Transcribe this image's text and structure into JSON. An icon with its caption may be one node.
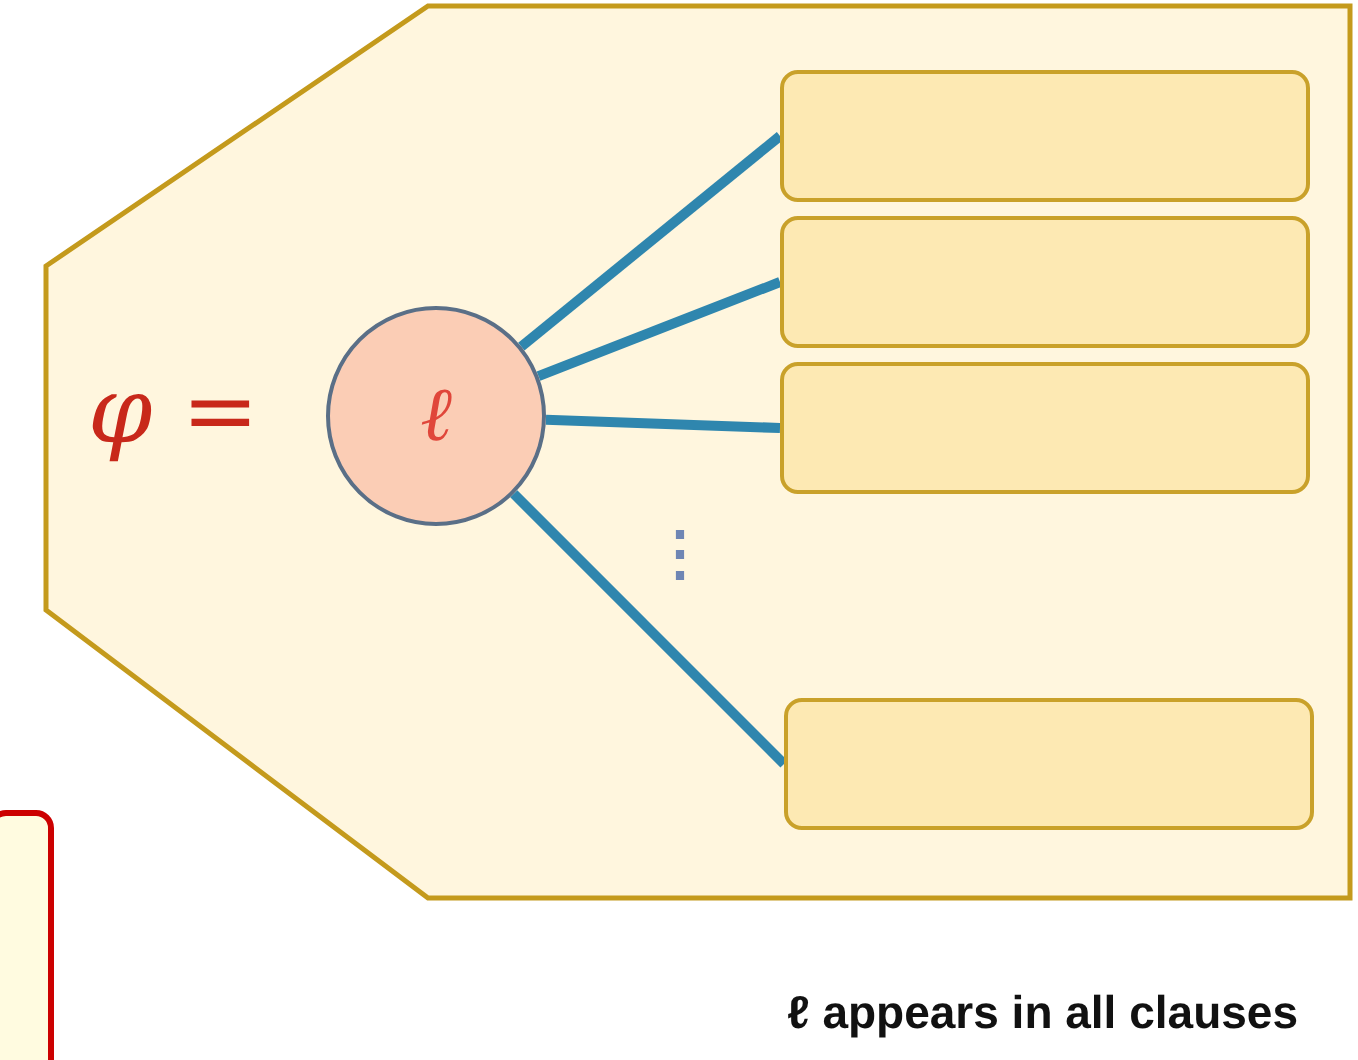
{
  "diagram": {
    "caption": "ℓ appears in all clauses",
    "nodes": [
      {
        "text": [
          "φ ="
        ]
      },
      {
        "text": [
          "ℓ"
        ],
        "in": 0
      },
      {
        "text": [],
        "shape": "box",
        "in": 0
      },
      {
        "text": [],
        "shape": "box",
        "in": 0
      },
      {
        "text": [],
        "shape": "box",
        "in": 0
      },
      {
        "text": [],
        "shape": "box",
        "in": 0
      },
      {
        "text": [],
        "shape": "box"
      }
    ],
    "edges": [
      {
        "from": 1,
        "to": 2,
        "arrow": "none"
      },
      {
        "from": 1,
        "to": 3,
        "arrow": "none"
      },
      {
        "from": 1,
        "to": 4,
        "arrow": "none"
      },
      {
        "from": 1,
        "to": 5,
        "arrow": "none"
      }
    ],
    "labels": [
      "⋮"
    ]
  }
}
